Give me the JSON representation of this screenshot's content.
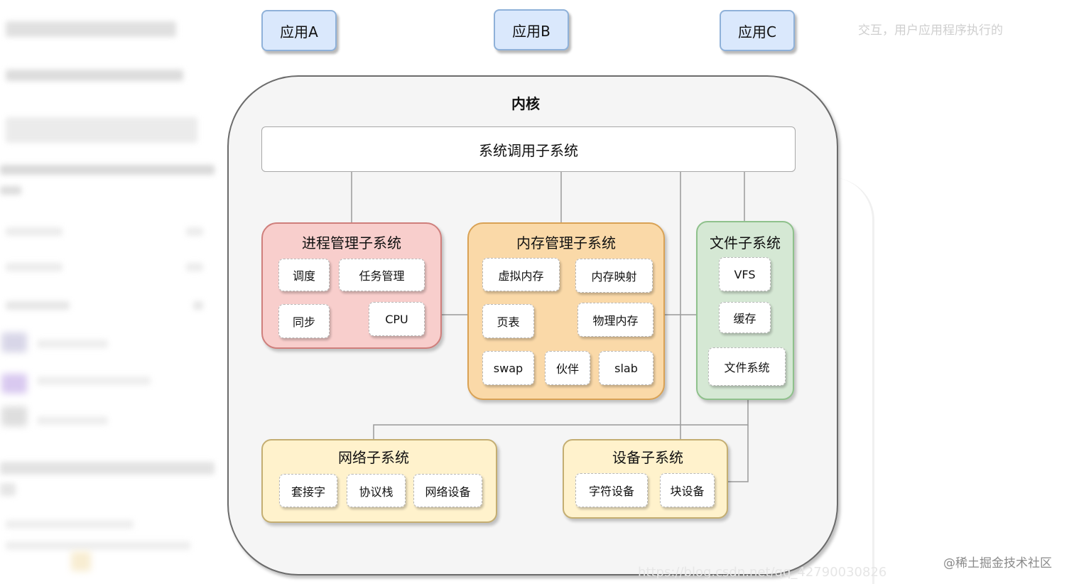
{
  "apps": {
    "a": "应用A",
    "b": "应用B",
    "c": "应用C"
  },
  "side_note": "交互，用户应用程序执行的",
  "kernel": {
    "title": "内核",
    "syscall": "系统调用子系统"
  },
  "process": {
    "title": "进程管理子系统",
    "items": [
      "调度",
      "任务管理",
      "同步",
      "CPU"
    ]
  },
  "memory": {
    "title": "内存管理子系统",
    "items": [
      "虚拟内存",
      "内存映射",
      "页表",
      "物理内存",
      "swap",
      "伙伴",
      "slab"
    ]
  },
  "file": {
    "title": "文件子系统",
    "items": [
      "VFS",
      "缓存",
      "文件系统"
    ]
  },
  "network": {
    "title": "网络子系统",
    "items": [
      "套接字",
      "协议栈",
      "网络设备"
    ]
  },
  "device": {
    "title": "设备子系统",
    "items": [
      "字符设备",
      "块设备"
    ]
  },
  "url_watermark": "https://blog.csdn.net/qq_42790030826",
  "watermark": "@稀土掘金技术社区",
  "colors": {
    "app_fill": "#dae8fc",
    "process_fill": "#f8cecc",
    "memory_fill": "#fad9a8",
    "file_fill": "#d5e8d4",
    "net_device_fill": "#fff2cc",
    "kernel_fill": "#f5f5f5"
  }
}
